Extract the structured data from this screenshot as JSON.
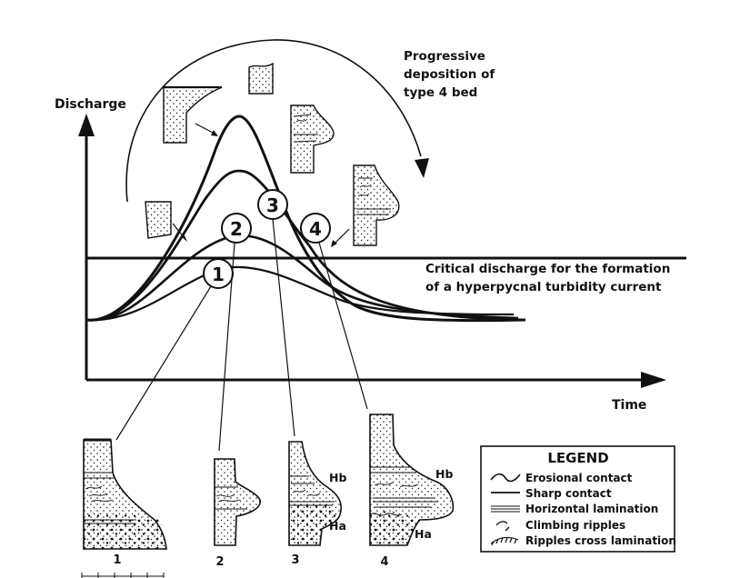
{
  "axes": {
    "y_label": "Discharge",
    "x_label": "Time"
  },
  "critical_line_label": {
    "line1": "Critical discharge for the formation",
    "line2": "of a hyperpycnal turbidity current"
  },
  "arc_label": {
    "line1": "Progressive",
    "line2": "deposition of",
    "line3": "type 4 bed"
  },
  "curve_markers": [
    "1",
    "2",
    "3",
    "4"
  ],
  "bed_columns": {
    "labels": [
      "1",
      "2",
      "3",
      "4"
    ],
    "column3_units": [
      "Hb",
      "Ha"
    ],
    "column4_units": [
      "Hb",
      "Ha"
    ]
  },
  "legend": {
    "title": "LEGEND",
    "items": [
      {
        "symbol": "erosional",
        "label": "Erosional contact"
      },
      {
        "symbol": "sharp",
        "label": "Sharp contact"
      },
      {
        "symbol": "horizontal",
        "label": "Horizontal lamination"
      },
      {
        "symbol": "climbing",
        "label": "Climbing ripples"
      },
      {
        "symbol": "ripples",
        "label": "Ripples cross lamination"
      }
    ]
  }
}
